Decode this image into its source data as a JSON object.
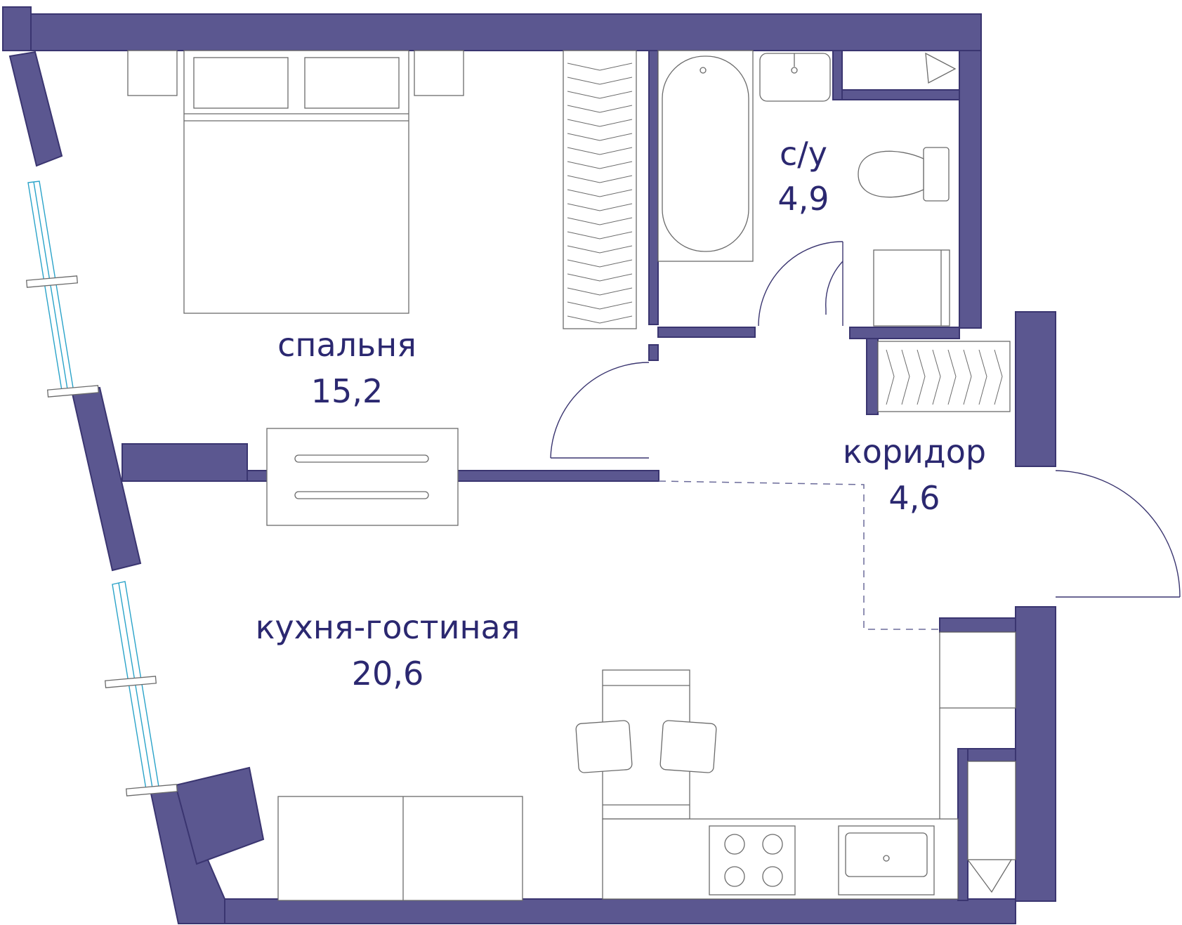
{
  "colors": {
    "wall": "#5b5790",
    "line": "#3a3570",
    "label": "#2b2870",
    "glass": "#2aa3c9"
  },
  "rooms": {
    "bedroom": {
      "name": "спальня",
      "area": "15,2"
    },
    "bathroom": {
      "name": "с/у",
      "area": "4,9"
    },
    "corridor": {
      "name": "коридор",
      "area": "4,6"
    },
    "kitchen_living": {
      "name": "кухня-гостиная",
      "area": "20,6"
    }
  }
}
